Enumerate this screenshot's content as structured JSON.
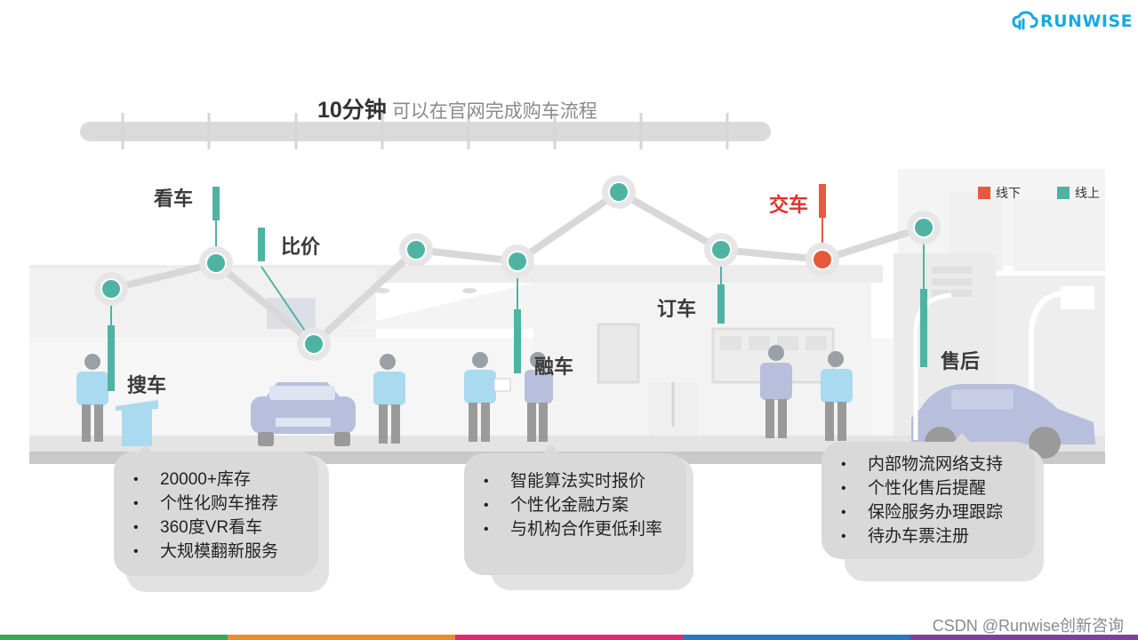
{
  "brand": {
    "logo_text": "RUNWISE",
    "logo_color": "#17a9e1"
  },
  "headline": {
    "strong": "10分钟",
    "rest": "可以在官网完成购车流程"
  },
  "legend": [
    {
      "label": "线下",
      "color": "#e65a3c"
    },
    {
      "label": "线上",
      "color": "#4fb3a4"
    }
  ],
  "stages": {
    "search": "搜车",
    "view": "看车",
    "compare": "比价",
    "finance": "融车",
    "order": "订车",
    "deliver": "交车",
    "aftersales": "售后"
  },
  "bubbles": {
    "left": [
      "20000+库存",
      "个性化购车推荐",
      "360度VR看车",
      "大规模翻新服务"
    ],
    "middle": [
      "智能算法实时报价",
      "个性化金融方案",
      "与机构合作更低利率"
    ],
    "right": [
      "内部物流网络支持",
      "个性化售后提醒",
      "保险服务办理跟踪",
      "待办车票注册"
    ]
  },
  "bullet_char": "•",
  "watermark": "CSDN @Runwise创新咨询",
  "colors": {
    "online": "#4fb3a4",
    "offline": "#e65a3c",
    "footer": [
      "#3aa757",
      "#f08a24",
      "#e2286f",
      "#2b73c9",
      "#7e3fa0"
    ]
  }
}
